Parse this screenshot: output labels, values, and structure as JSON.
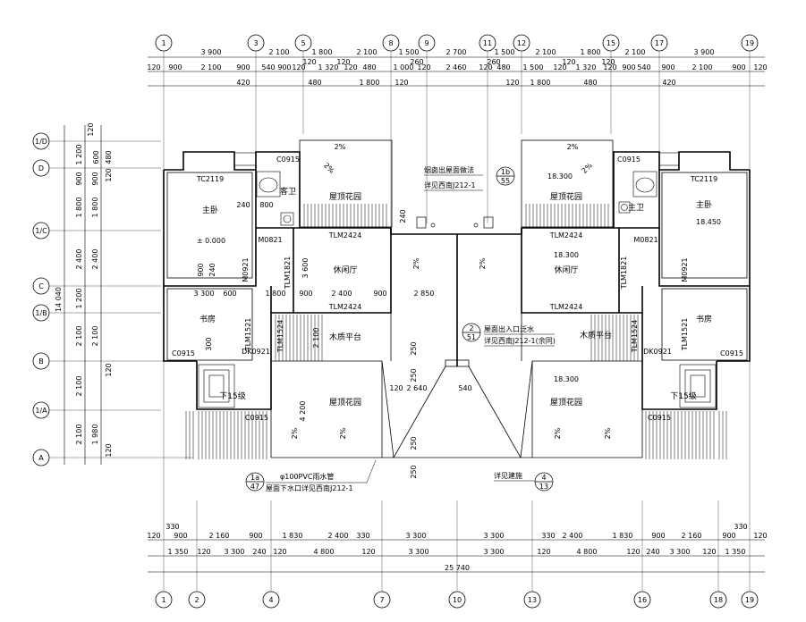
{
  "top_axes": [
    "1",
    "3",
    "5",
    "8",
    "9",
    "11",
    "12",
    "15",
    "17",
    "19"
  ],
  "bottom_axes": [
    "1",
    "2",
    "4",
    "7",
    "10",
    "13",
    "16",
    "18",
    "19"
  ],
  "left_axes": [
    "1/D",
    "D",
    "1/C",
    "C",
    "1/B",
    "B",
    "1/A",
    "A"
  ],
  "top_dims_row1": [
    "3 900",
    "2 100",
    "1 800",
    "2 100",
    "1 500",
    "2 700",
    "1 500",
    "2 100",
    "1 800",
    "2 100",
    "3 900"
  ],
  "top_dims_row2": [
    "120",
    "900",
    "2 100",
    "900",
    "540",
    "900",
    "120",
    "1 320",
    "120",
    "480",
    "1 000",
    "120",
    "2 460",
    "120",
    "480",
    "1 500",
    "120",
    "1 320",
    "120",
    "900",
    "540",
    "900",
    "2 100",
    "900",
    "120"
  ],
  "top_dims_row3": [
    "420",
    "120",
    "480",
    "120",
    "1 800",
    "120",
    "260",
    "260",
    "120",
    "1 800",
    "120",
    "480",
    "120",
    "420"
  ],
  "left_dims": [
    "120",
    "1 200",
    "600",
    "480",
    "900",
    "120",
    "1 800",
    "2 400",
    "1 200",
    "2 100",
    "2 100",
    "1 980",
    "120",
    "14 040",
    "900",
    "1 800",
    "2 400",
    "2 100",
    "120",
    "2 100"
  ],
  "bottom_dims_row1": [
    "120",
    "900",
    "2 160",
    "900",
    "1 830",
    "2 400",
    "330",
    "3 300",
    "3 300",
    "330",
    "2 400",
    "1 830",
    "900",
    "2 160",
    "900",
    "120"
  ],
  "bottom_dims_row2": [
    "1 350",
    "120",
    "3 300",
    "240",
    "120",
    "4 800",
    "120",
    "3 300",
    "3 300",
    "120",
    "4 800",
    "120",
    "240",
    "3 300",
    "120",
    "1 350"
  ],
  "bottom_dims_misc": [
    "330",
    "330"
  ],
  "total_width": "25 740",
  "rooms": {
    "master_l": "主卧",
    "master_r": "主卧",
    "guest_bath": "客卫",
    "master_bath": "主卫",
    "leisure_l": "休闲厅",
    "leisure_r": "休闲厅",
    "study_l": "书房",
    "study_r": "书房",
    "roof_garden": "屋顶花园",
    "deck": "木质平台",
    "down_stairs": "下15级"
  },
  "codes": {
    "tc2119": "TC2119",
    "c0915": "C0915",
    "m0821": "M0821",
    "m0921": "M0921",
    "tlm2424": "TLM2424",
    "tlm1821": "TLM1821",
    "tlm1524": "TLM1524",
    "tlm1521": "TLM1521",
    "dk0921": "DK0921"
  },
  "levels": {
    "zero": "± 0.000",
    "l18450": "18.450",
    "l18300": "18.300"
  },
  "slope": "2%",
  "notes": {
    "chimney_1": "烟囱出屋面做法",
    "chimney_2": "详见西南J212-1",
    "outlet_1": "屋面出入口泛水",
    "outlet_2": "详见西南J212-1(余同)",
    "pipe": "φ100PVC雨水管",
    "drain": "屋面下水口详见西南J212-1",
    "arch": "详见建施"
  },
  "detail_refs": {
    "r1b": "1b",
    "r55": "55",
    "r2": "2",
    "r51": "51",
    "r1a": "1a",
    "r47": "47",
    "r4": "4",
    "r13": "13"
  },
  "inner_dims": {
    "d240": "240",
    "d800": "800",
    "d900": "900",
    "d240b": "240",
    "d3600": "3 600",
    "d3300": "3 300",
    "d600": "600",
    "d1800": "1 800",
    "d900b": "900",
    "d2400": "2 400",
    "d900c": "900",
    "d2850": "2 850",
    "d2100": "2 100",
    "d250": "250",
    "d250b": "250",
    "d120": "120",
    "d2640": "2 640",
    "d540": "540",
    "d4200": "4 200",
    "d300": "300",
    "d250c": "250",
    "d250d": "250"
  }
}
